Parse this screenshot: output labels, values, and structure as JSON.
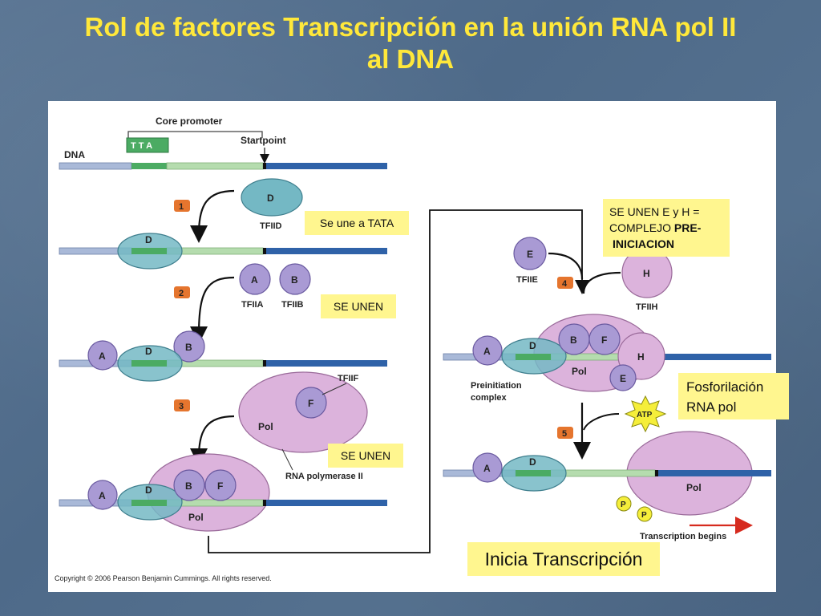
{
  "title": {
    "line1": "Rol de factores Transcripción en  la unión RNA pol II",
    "line2": "al DNA"
  },
  "diagram": {
    "core_promoter": "Core promoter",
    "tata": "T    T A",
    "dna": "DNA",
    "startpoint": "Startpoint",
    "step1": "1",
    "step2": "2",
    "step3": "3",
    "step4": "4",
    "step5": "5",
    "d": "D",
    "a": "A",
    "b": "B",
    "f": "F",
    "e": "E",
    "h": "H",
    "pol": "Pol",
    "p": "P",
    "tfiid": "TFIID",
    "tfiia": "TFIIA",
    "tfiib": "TFIIB",
    "tfiif": "TFIIF",
    "tfiie": "TFIIE",
    "tfiih": "TFIIH",
    "rna_pol": "RNA polymerase II",
    "preinit_1": "Preinitiation",
    "preinit_2": "complex",
    "atp": "ATP",
    "transcription_begins": "Transcription begins",
    "copyright": "Copyright © 2006 Pearson Benjamin Cummings. All rights reserved."
  },
  "notes": {
    "tata": "Se une a TATA",
    "unen1": "SE UNEN",
    "unen2": "SE UNEN",
    "eh_line1": "SE UNEN E y H =",
    "eh_line2a": "COMPLEJO ",
    "eh_line2b": "PRE-",
    "eh_line3": "INICIACION",
    "fosfo_line1": "Fosforilación",
    "fosfo_line2": "RNA pol",
    "inicia": "Inicia Transcripción"
  },
  "colors": {
    "title": "#ffe83a",
    "note_bg": "#fff68f",
    "tfiid": "#74b8c4",
    "pol": "#dcb3dc",
    "factor": "#a99ad4",
    "dna_light": "#a9b9d8",
    "dna_promoter": "#b5dcae",
    "dna_tata": "#4bab63",
    "dna_blue": "#2f62a8",
    "step_badge": "#e5752e"
  }
}
